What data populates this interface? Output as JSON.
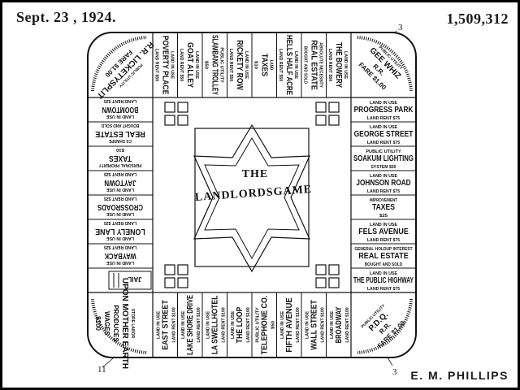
{
  "header": {
    "date": "Sept. 23 , 1924.",
    "patent_number": "1,509,312",
    "inventor": "E. M. PHILLIPS"
  },
  "reference_numerals": {
    "top_right": "3",
    "bottom_right": "3",
    "bottom_left": "11"
  },
  "board": {
    "title_line1": "THE",
    "title_line2": "LANDLORDSGAME",
    "jail_label": "JAIL",
    "corners": {
      "top_left": [
        "PUBLIC UTILITY",
        "R.R. LICKETYSPLIT",
        "FARE $1.00"
      ],
      "top_right": [
        "PUBLIC UTILITY",
        "GEE WHIZ",
        "R.R.",
        "FARE $1.00"
      ],
      "bottom_right": [
        "PUBLIC UTILITY",
        "P.D.Q.",
        "R.R.",
        "FARE $1.00"
      ],
      "bottom_left": [
        "STORE LABOR",
        "UPON MOTHER EARTH",
        "PRODUCES",
        "WAGES",
        "$100"
      ]
    },
    "top_row": [
      [
        "LAND IN USE",
        "POVERTY PLACE",
        "LAND RENT $50"
      ],
      [
        "LAND IN USE",
        "GOAT ALLEY",
        "LAND RENT $50"
      ],
      [
        "PUBLIC UTILITY",
        "SLAMBANG TROLLEY",
        "$50"
      ],
      [
        "LAND IN USE",
        "RICKETY ROW",
        "LAND RENT $50"
      ],
      [
        "LAND",
        "TAXES",
        "$10"
      ],
      [
        "LAND IN USE",
        "HELLS HALF ACRE",
        "LAND RENT $50"
      ],
      [
        "ABSOLUTE NECESSITY",
        "REAL ESTATE",
        "BOUGHT AND SOLD"
      ],
      [
        "LAND IN USE",
        "THE BOWERY",
        "LAND RENT $50"
      ]
    ],
    "right_col": [
      [
        "LAND IN USE",
        "PROGRESS PARK",
        "LAND RENT $75"
      ],
      [
        "LAND IN USE",
        "GEORGE STREET",
        "LAND RENT $75"
      ],
      [
        "PUBLIC UTILITY",
        "SOAKUM LIGHTING",
        "SYSTEM $50"
      ],
      [
        "LAND IN USE",
        "JOHNSON ROAD",
        "LAND RENT $75"
      ],
      [
        "IMPROVEMENT",
        "TAXES",
        "$25"
      ],
      [
        "LAND IN USE",
        "FELS AVENUE",
        "LAND RENT $75"
      ],
      [
        "GENERAL HOLDUP INTEREST",
        "REAL ESTATE",
        "BOUGHT AND SOLD"
      ],
      [
        "LAND IN USE",
        "THE PUBLIC HIGHWAY",
        "LAND RENT $75"
      ]
    ],
    "bottom_row": [
      [
        "LAND IN USE",
        "EAST STREET",
        "LAND RENT $100"
      ],
      [
        "LAND IN USE",
        "LAKE SHORE DRIVE",
        "LAND RENT $100"
      ],
      [
        "LAND IN USE",
        "LA SWELLHOTEL",
        "LAND RENT $100"
      ],
      [
        "LAND IN USE",
        "THE LOOP",
        "LAND RENT $100"
      ],
      [
        "PUBLIC UTILITY",
        "TELEPHONE CO.",
        "$50"
      ],
      [
        "LAND IN USE",
        "FIFTH AVENUE",
        "LAND RENT $100"
      ],
      [
        "LAND IN USE",
        "WALL STREET",
        "LAND RENT $100"
      ],
      [
        "LAND IN USE",
        "BROADWAY",
        "LAND RENT $100"
      ]
    ],
    "left_col": [
      [
        "LAND IN USE",
        "BOOMTOWN",
        "LAND RENT $25"
      ],
      [
        "CS SHARPE",
        "REAL ESTATE",
        "BOUGHT AND SOLD"
      ],
      [
        "PERSONAL PROPERTY",
        "TAXES",
        "$10"
      ],
      [
        "LAND IN USE",
        "JAYTOWN",
        "LAND RENT $25"
      ],
      [
        "LAND IN USE",
        "CROSSROADS",
        "LAND RENT $25"
      ],
      [
        "LAND IN USE",
        "LONELY LANE",
        "LAND RENT $25"
      ],
      [
        "LAND IN USE",
        "WAYBACK",
        "LAND RENT $25"
      ]
    ]
  }
}
